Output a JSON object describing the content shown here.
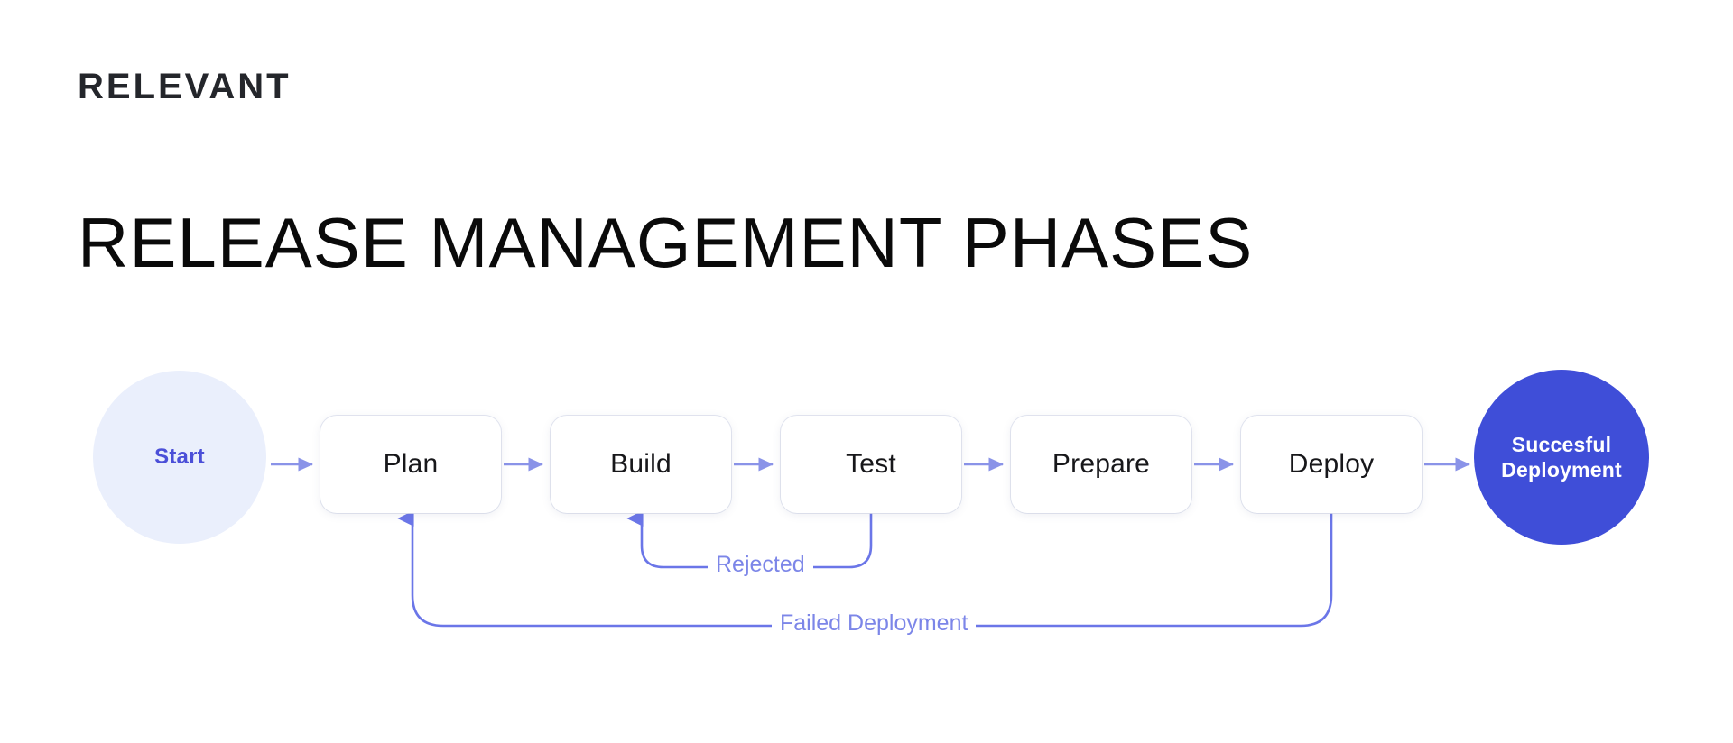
{
  "brand": {
    "name": "RELEVANT"
  },
  "header": {
    "title": "RELEASE MANAGEMENT PHASES"
  },
  "colors": {
    "accent": "#3F4ED8",
    "arrow": "#8A93E8",
    "loop": "#6B76E8",
    "start_bg": "#EAEFFC",
    "start_text": "#4B4FD8",
    "box_text": "#17171A",
    "title_text": "#0A0A0A",
    "brand_text": "#24262B",
    "page_bg": "#FFFFFF"
  },
  "diagram": {
    "type": "flowchart",
    "start": {
      "label": "Start",
      "shape": "circle"
    },
    "phases": [
      {
        "label": "Plan"
      },
      {
        "label": "Build"
      },
      {
        "label": "Test"
      },
      {
        "label": "Prepare"
      },
      {
        "label": "Deploy"
      }
    ],
    "end": {
      "shape": "circle",
      "line1": "Succesful",
      "line2": "Deployment"
    },
    "feedback_loops": [
      {
        "label": "Rejected",
        "from": "Test",
        "to": "Build"
      },
      {
        "label": "Failed Deployment",
        "from": "Deploy",
        "to": "Plan"
      }
    ],
    "flow_arrows": [
      {
        "from": "Start",
        "to": "Plan"
      },
      {
        "from": "Plan",
        "to": "Build"
      },
      {
        "from": "Build",
        "to": "Test"
      },
      {
        "from": "Test",
        "to": "Prepare"
      },
      {
        "from": "Prepare",
        "to": "Deploy"
      },
      {
        "from": "Deploy",
        "to": "Succesful Deployment"
      }
    ]
  }
}
